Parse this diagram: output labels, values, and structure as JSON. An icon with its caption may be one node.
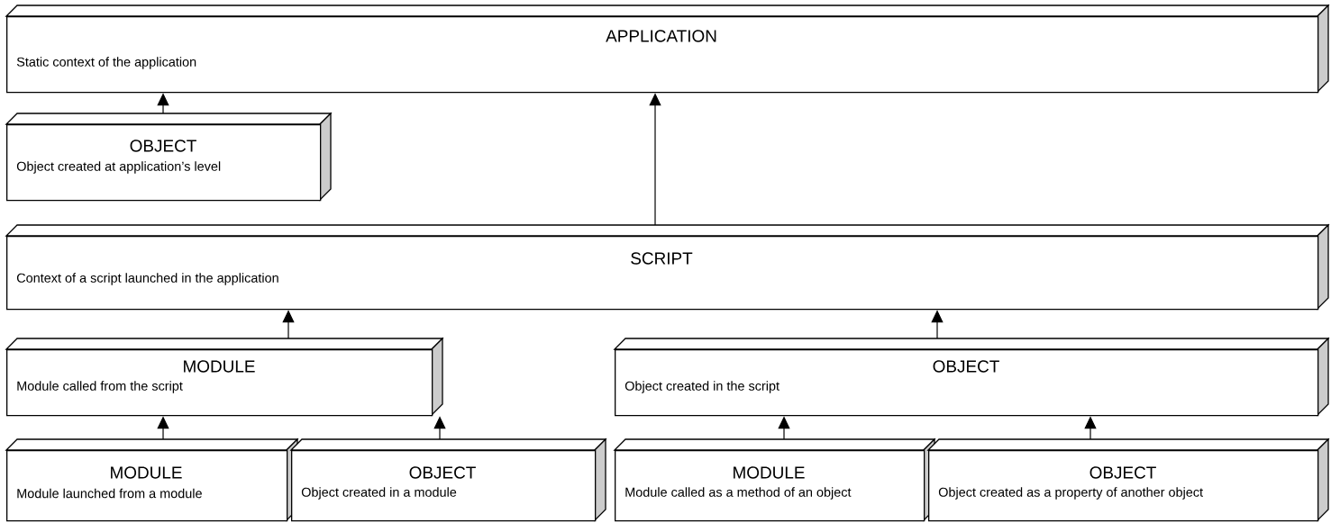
{
  "diagram": {
    "nodes": [
      {
        "text": [
          "APPLICATION",
          "Static context of the application"
        ]
      },
      {
        "text": [
          "OBJECT",
          "Object created at application’s level"
        ]
      },
      {
        "text": [
          "SCRIPT",
          "Context of a script launched in the application"
        ]
      },
      {
        "text": [
          "MODULE",
          "Module called from the script"
        ]
      },
      {
        "text": [
          "OBJECT",
          "Object created in the script"
        ]
      },
      {
        "text": [
          "MODULE",
          "Module launched from  a module"
        ]
      },
      {
        "text": [
          "OBJECT",
          "Object created in a module"
        ]
      },
      {
        "text": [
          "MODULE",
          "Module called as a method of an object"
        ]
      },
      {
        "text": [
          "OBJECT",
          "Object created as a property of another object"
        ]
      }
    ],
    "edges": [
      {
        "from": 1,
        "to": 0,
        "arrow": "to"
      },
      {
        "from": 2,
        "to": 0,
        "arrow": "to"
      },
      {
        "from": 3,
        "to": 2,
        "arrow": "to"
      },
      {
        "from": 4,
        "to": 2,
        "arrow": "to"
      },
      {
        "from": 5,
        "to": 3,
        "arrow": "to"
      },
      {
        "from": 6,
        "to": 3,
        "arrow": "to"
      },
      {
        "from": 7,
        "to": 4,
        "arrow": "to"
      },
      {
        "from": 8,
        "to": 4,
        "arrow": "to"
      }
    ]
  }
}
